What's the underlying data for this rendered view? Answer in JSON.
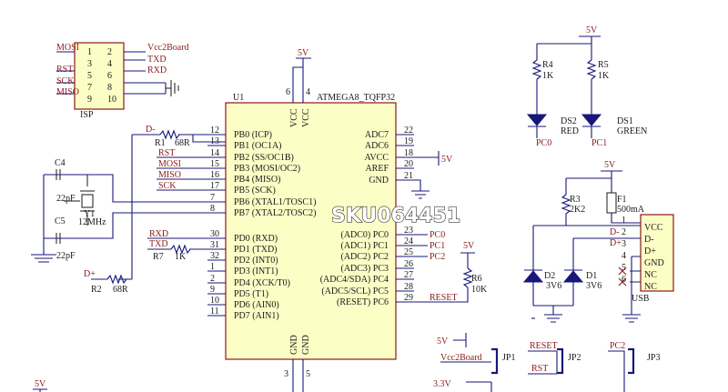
{
  "isp": {
    "ref": "ISP",
    "left_nets": [
      "MOSI",
      "RST",
      "SCK",
      "MISO"
    ],
    "right_nets": [
      "Vcc2Board",
      "TXD",
      "RXD"
    ],
    "pins_left": [
      "1",
      "3",
      "5",
      "7",
      "9"
    ],
    "pins_right": [
      "2",
      "4",
      "6",
      "8",
      "10"
    ]
  },
  "mcu": {
    "ref": "U1",
    "part": "ATMEGA8_TQFP32",
    "supply_net": "5V",
    "vcc_pins": [
      "6",
      "4"
    ],
    "vcc_labels": [
      "VCC",
      "VCC"
    ],
    "gnd_pins": [
      "3",
      "5"
    ],
    "gnd_labels": [
      "GND",
      "GND"
    ],
    "left_pins": [
      {
        "num": "12",
        "name": "PB0 (ICP)"
      },
      {
        "num": "13",
        "name": "PB1 (OC1A)"
      },
      {
        "num": "14",
        "name": "PB2 (SS/OC1B)"
      },
      {
        "num": "15",
        "name": "PB3 (MOSI/OC2)"
      },
      {
        "num": "16",
        "name": "PB4 (MISO)"
      },
      {
        "num": "17",
        "name": "PB5 (SCK)"
      },
      {
        "num": "7",
        "name": "PB6 (XTAL1/TOSC1)"
      },
      {
        "num": "8",
        "name": "PB7 (XTAL2/TOSC2)"
      },
      {
        "num": "30",
        "name": "PD0 (RXD)"
      },
      {
        "num": "31",
        "name": "PD1 (TXD)"
      },
      {
        "num": "32",
        "name": "PD2 (INT0)"
      },
      {
        "num": "1",
        "name": "PD3 (INT1)"
      },
      {
        "num": "2",
        "name": "PD4 (XCK/T0)"
      },
      {
        "num": "9",
        "name": "PD5 (T1)"
      },
      {
        "num": "10",
        "name": "PD6 (AIN0)"
      },
      {
        "num": "11",
        "name": "PD7 (AIN1)"
      }
    ],
    "right_pins": [
      {
        "num": "22",
        "name": "ADC7"
      },
      {
        "num": "19",
        "name": "ADC6"
      },
      {
        "num": "18",
        "name": "AVCC"
      },
      {
        "num": "20",
        "name": "AREF"
      },
      {
        "num": "21",
        "name": "GND"
      },
      {
        "num": "23",
        "name": "(ADC0) PC0"
      },
      {
        "num": "24",
        "name": "(ADC1) PC1"
      },
      {
        "num": "25",
        "name": "(ADC2) PC2"
      },
      {
        "num": "26",
        "name": "(ADC3) PC3"
      },
      {
        "num": "27",
        "name": "(ADC4/SDA) PC4"
      },
      {
        "num": "28",
        "name": "(ADC5/SCL) PC5"
      },
      {
        "num": "29",
        "name": "(RESET) PC6"
      }
    ]
  },
  "left_nets": {
    "d_minus": "D-",
    "r1": "R1",
    "r1_val": "68R",
    "rst": "RST",
    "mosi": "MOSI",
    "miso": "MISO",
    "sck": "SCK",
    "rxd": "RXD",
    "txd": "TXD",
    "r7": "R7",
    "r7_val": "1K",
    "d_plus": "D+",
    "r2": "R2",
    "r2_val": "68R"
  },
  "crystal": {
    "c4": "C4",
    "c4_val": "22pF",
    "c5": "C5",
    "c5_val": "22pF",
    "y1": "Y1",
    "y1_val": "12MHz"
  },
  "right_nets": {
    "avcc_net": "5V",
    "pc0": "PC0",
    "pc1": "PC1",
    "pc2": "PC2",
    "reset": "RESET",
    "r6": "R6",
    "r6_val": "10K",
    "r6_net": "5V"
  },
  "leds": {
    "net": "5V",
    "r4": "R4",
    "r4_val": "1K",
    "r5": "R5",
    "r5_val": "1K",
    "ds2": "DS2",
    "ds2_color": "RED",
    "ds2_net": "PC0",
    "ds1": "DS1",
    "ds1_color": "GREEN",
    "ds1_net": "PC1"
  },
  "usb": {
    "net": "5V",
    "r3": "R3",
    "r3_val": "2K2",
    "f1": "F1",
    "f1_val": "500mA",
    "d2": "D2",
    "d2_val": "3V6",
    "d1": "D1",
    "d1_val": "3V6",
    "ref": "USB",
    "pins": [
      "1",
      "2",
      "3",
      "4",
      "5",
      "6"
    ],
    "pin_names": [
      "VCC",
      "D-",
      "D+",
      "GND",
      "NC",
      "NC"
    ],
    "d_minus": "D-",
    "d_plus": "D+"
  },
  "jumpers": {
    "jp1": "JP1",
    "jp1_top": "5V",
    "jp1_mid": "Vcc2Board",
    "jp1_bot": "3.3V",
    "jp2": "JP2",
    "jp2_top": "RESET",
    "jp2_bot": "RST",
    "jp3": "JP3",
    "jp3_top": "PC2"
  },
  "bottom": {
    "net": "5V"
  },
  "watermark": "SKU064451"
}
